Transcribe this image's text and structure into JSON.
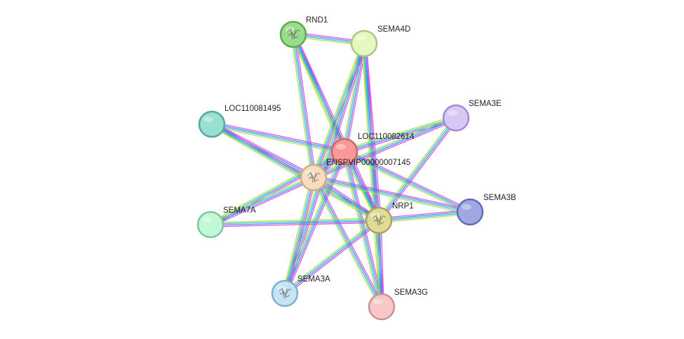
{
  "network": {
    "evidence_colors": [
      "#e040e0",
      "#3c7cf0",
      "#20c0c0",
      "#b8d840"
    ],
    "nodes": [
      {
        "id": "RND1",
        "label": "RND1",
        "fill": "#98dc8c",
        "stroke": "#5ea852",
        "icon": "protein-structure-icon"
      },
      {
        "id": "SEMA4D",
        "label": "SEMA4D",
        "fill": "#e4f8c0",
        "stroke": "#aac884",
        "icon": ""
      },
      {
        "id": "LOC110081495",
        "label": "LOC110081495",
        "fill": "#98e0d4",
        "stroke": "#5aa898",
        "icon": ""
      },
      {
        "id": "SEMA3E",
        "label": "SEMA3E",
        "fill": "#d8c8f8",
        "stroke": "#a08cd0",
        "icon": ""
      },
      {
        "id": "LOC110082614",
        "label": "LOC110082614",
        "fill": "#f89898",
        "stroke": "#d06464",
        "icon": ""
      },
      {
        "id": "ENSPVIP00000007145",
        "label": "ENSPVIP00000007145",
        "fill": "#f8dcc0",
        "stroke": "#d0ac88",
        "icon": "protein-structure-icon"
      },
      {
        "id": "SEMA7A",
        "label": "SEMA7A",
        "fill": "#c0f8d8",
        "stroke": "#80c89c",
        "icon": ""
      },
      {
        "id": "SEMA3B",
        "label": "SEMA3B",
        "fill": "#a0a8e4",
        "stroke": "#6070b4",
        "icon": ""
      },
      {
        "id": "NRP1",
        "label": "NRP1",
        "fill": "#e0dc98",
        "stroke": "#a8a460",
        "icon": "protein-structure-icon"
      },
      {
        "id": "SEMA3A",
        "label": "SEMA3A",
        "fill": "#c4e4f4",
        "stroke": "#80b0d0",
        "icon": "protein-structure-icon"
      },
      {
        "id": "SEMA3G",
        "label": "SEMA3G",
        "fill": "#f8c8c8",
        "stroke": "#c89494",
        "icon": ""
      }
    ],
    "edges": [
      [
        "RND1",
        "SEMA4D"
      ],
      [
        "RND1",
        "LOC110082614"
      ],
      [
        "RND1",
        "ENSPVIP00000007145"
      ],
      [
        "RND1",
        "NRP1"
      ],
      [
        "SEMA4D",
        "LOC110082614"
      ],
      [
        "SEMA4D",
        "ENSPVIP00000007145"
      ],
      [
        "SEMA4D",
        "NRP1"
      ],
      [
        "SEMA4D",
        "SEMA3A"
      ],
      [
        "SEMA4D",
        "SEMA3G"
      ],
      [
        "LOC110081495",
        "LOC110082614"
      ],
      [
        "LOC110081495",
        "ENSPVIP00000007145"
      ],
      [
        "LOC110081495",
        "NRP1"
      ],
      [
        "SEMA3E",
        "LOC110082614"
      ],
      [
        "SEMA3E",
        "ENSPVIP00000007145"
      ],
      [
        "SEMA3E",
        "NRP1"
      ],
      [
        "LOC110082614",
        "ENSPVIP00000007145"
      ],
      [
        "LOC110082614",
        "NRP1"
      ],
      [
        "LOC110082614",
        "SEMA3B"
      ],
      [
        "LOC110082614",
        "SEMA7A"
      ],
      [
        "LOC110082614",
        "SEMA3A"
      ],
      [
        "LOC110082614",
        "SEMA3G"
      ],
      [
        "ENSPVIP00000007145",
        "SEMA7A"
      ],
      [
        "ENSPVIP00000007145",
        "NRP1"
      ],
      [
        "ENSPVIP00000007145",
        "SEMA3B"
      ],
      [
        "ENSPVIP00000007145",
        "SEMA3A"
      ],
      [
        "ENSPVIP00000007145",
        "SEMA3G"
      ],
      [
        "NRP1",
        "SEMA7A"
      ],
      [
        "NRP1",
        "SEMA3B"
      ],
      [
        "NRP1",
        "SEMA3A"
      ],
      [
        "NRP1",
        "SEMA3G"
      ]
    ]
  }
}
